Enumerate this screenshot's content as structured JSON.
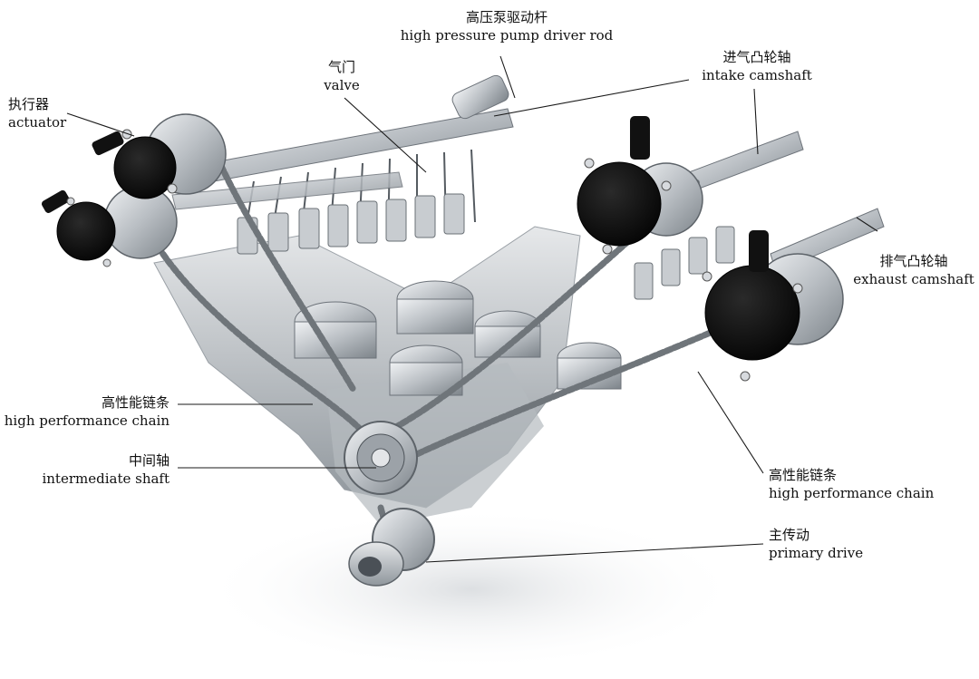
{
  "colors": {
    "cover_black": "#0d0d0d",
    "chain": "#6f757a",
    "metal_light": "#dadde0",
    "metal_dark": "#8a9096",
    "leader": "#1a1a1a"
  },
  "labels": {
    "pump_rod": {
      "zh": "高压泵驱动杆",
      "en": "high pressure pump driver rod"
    },
    "valve": {
      "zh": "气门",
      "en": "valve"
    },
    "actuator": {
      "zh": "执行器",
      "en": "actuator"
    },
    "intake_cam": {
      "zh": "进气凸轮轴",
      "en": "intake camshaft"
    },
    "exhaust_cam": {
      "zh": "排气凸轮轴",
      "en": "exhaust camshaft"
    },
    "chain_left": {
      "zh": "高性能链条",
      "en": "high performance chain"
    },
    "intermediate": {
      "zh": "中间轴",
      "en": "intermediate shaft"
    },
    "chain_right": {
      "zh": "高性能链条",
      "en": "high performance chain"
    },
    "primary": {
      "zh": "主传动",
      "en": "primary drive"
    }
  }
}
